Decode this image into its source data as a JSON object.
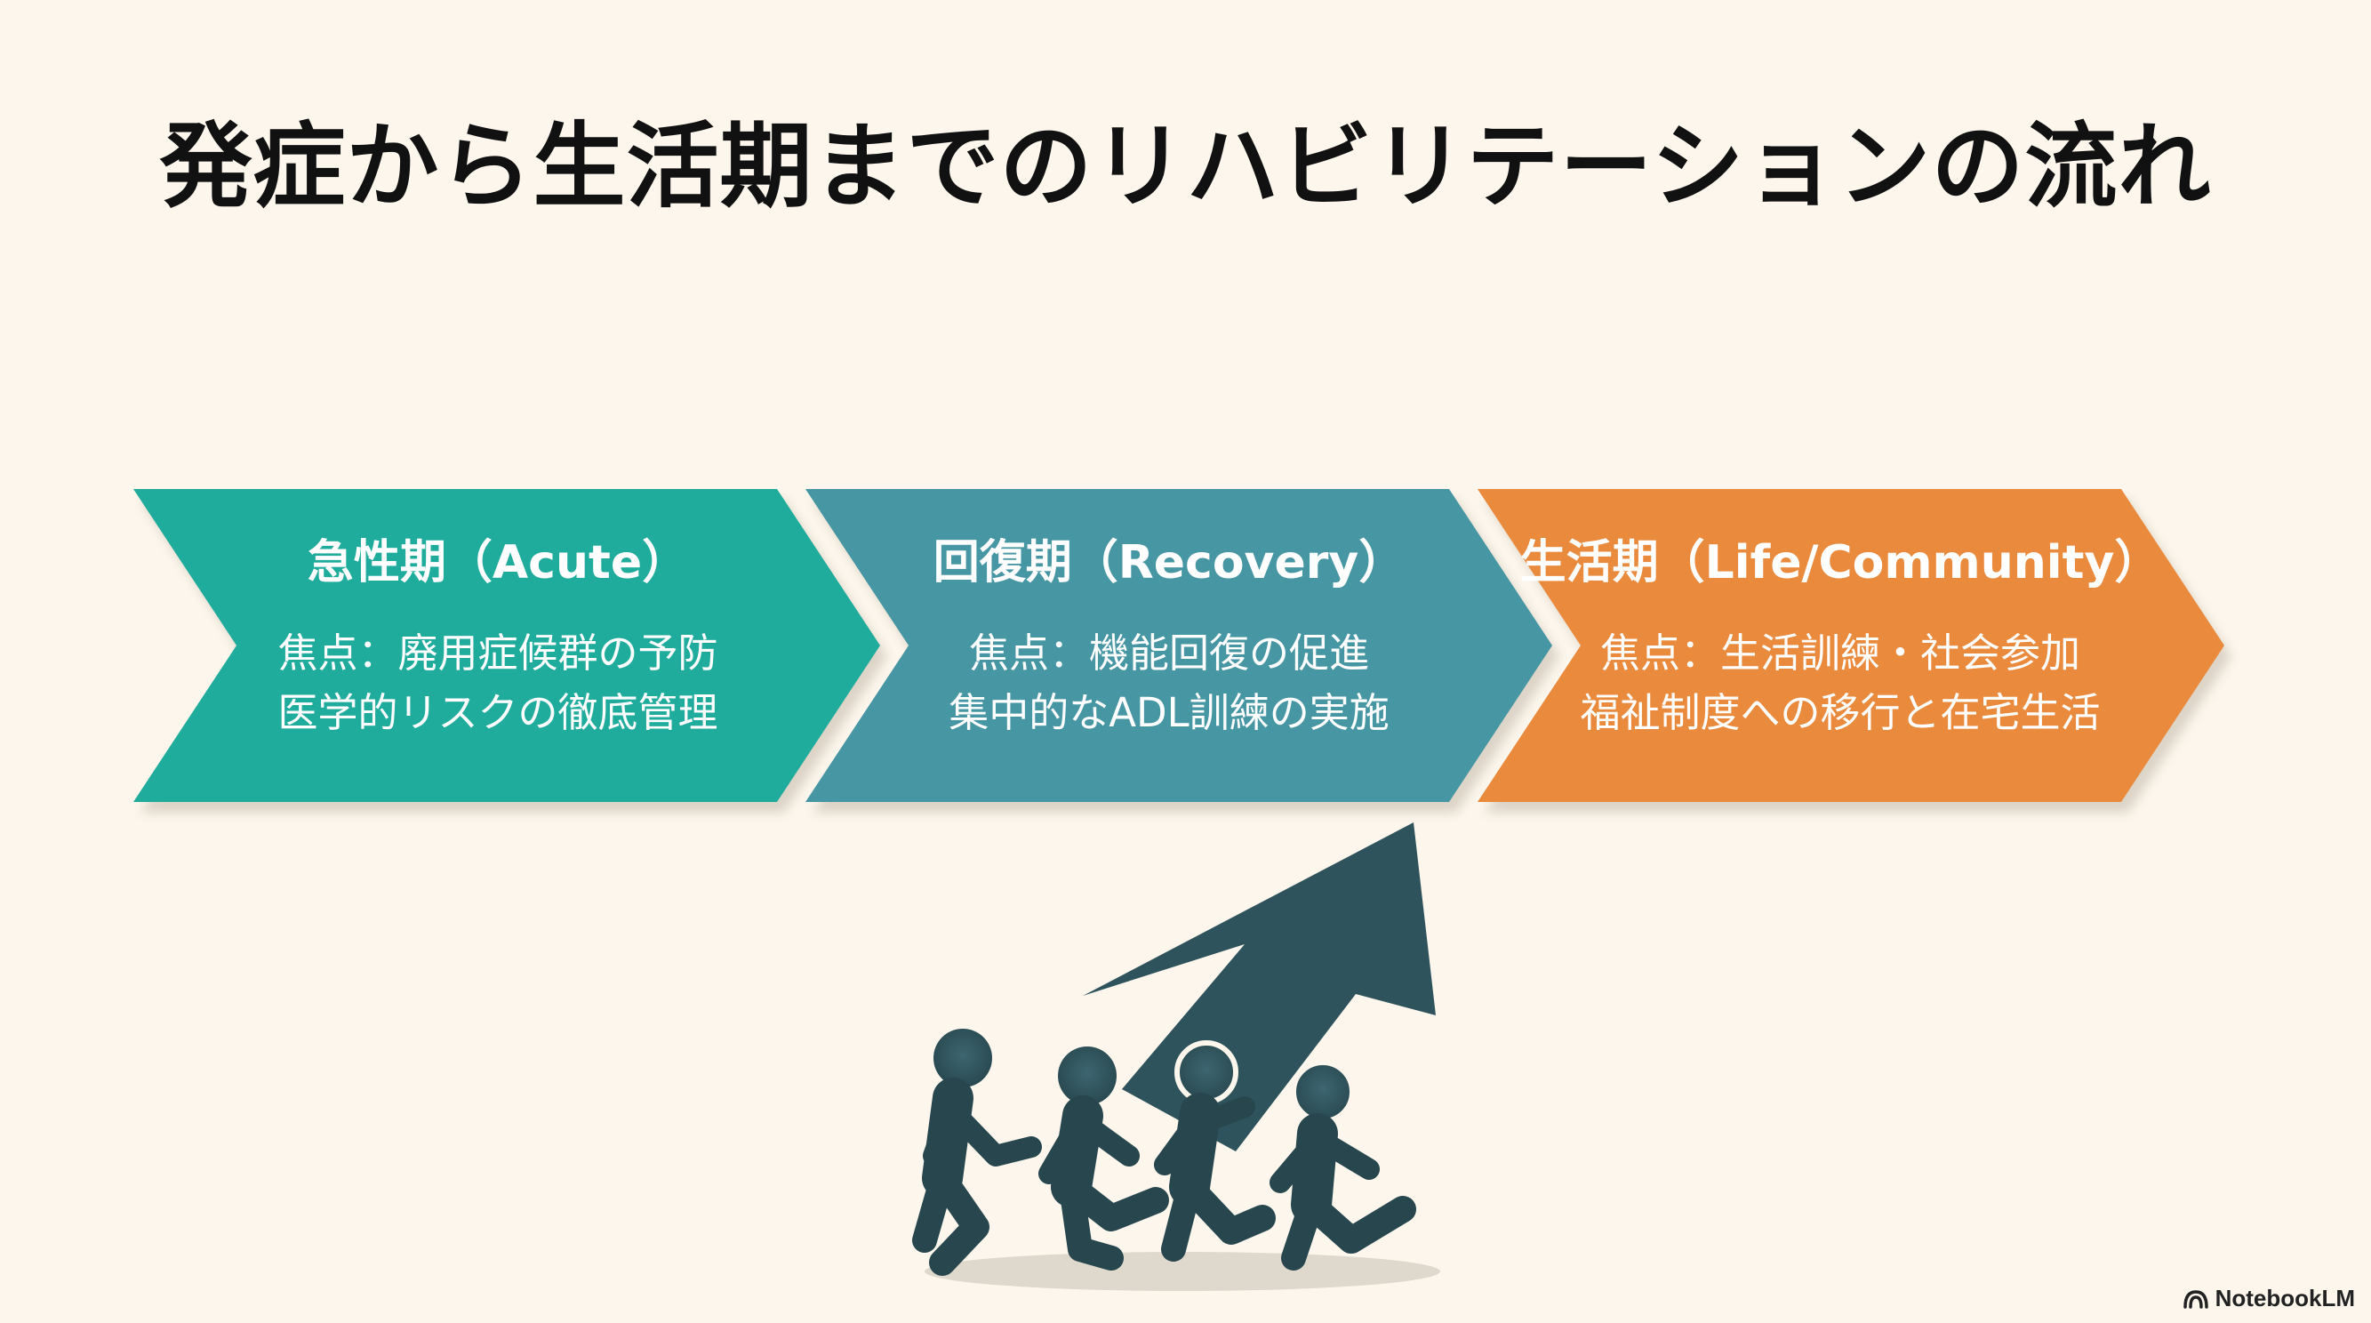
{
  "title": "発症から生活期までのリハビリテーションの流れ",
  "stages": [
    {
      "heading": "急性期（Acute）",
      "line1": "焦点：廃用症候群の予防",
      "line2": "医学的リスクの徹底管理",
      "color": "#20ac9c"
    },
    {
      "heading": "回復期（Recovery）",
      "line1": "焦点：機能回復の促進",
      "line2": "集中的なADL訓練の実施",
      "color": "#4796a3"
    },
    {
      "heading": "生活期（Life/Community）",
      "line1": "焦点：生活訓練・社会参加",
      "line2": "福祉制度への移行と在宅生活",
      "color": "#ea8a3d"
    }
  ],
  "illustration": {
    "icon": "running-people-arrow-icon",
    "color": "#2f535c"
  },
  "brand": {
    "name": "NotebookLM",
    "icon": "notebooklm-logo-icon"
  }
}
